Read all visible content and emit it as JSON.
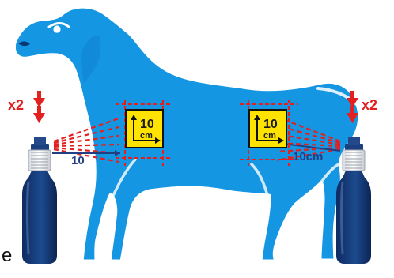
{
  "colors": {
    "dog": "#1596e2",
    "dog_outline": "#ffffff",
    "spray_red": "#e32020",
    "spray_line": "#233f83",
    "bottle": "#1b3f7f",
    "target_fill": "#ffe300",
    "target_outline": "#111111"
  },
  "left_application": {
    "repeat_label": "x2",
    "distance_label": "10",
    "target_value": "10",
    "target_unit": "cm"
  },
  "right_application": {
    "repeat_label": "x2",
    "distance_label": "10cm",
    "target_value": "10",
    "target_unit": "cm"
  },
  "edge_text": "e"
}
